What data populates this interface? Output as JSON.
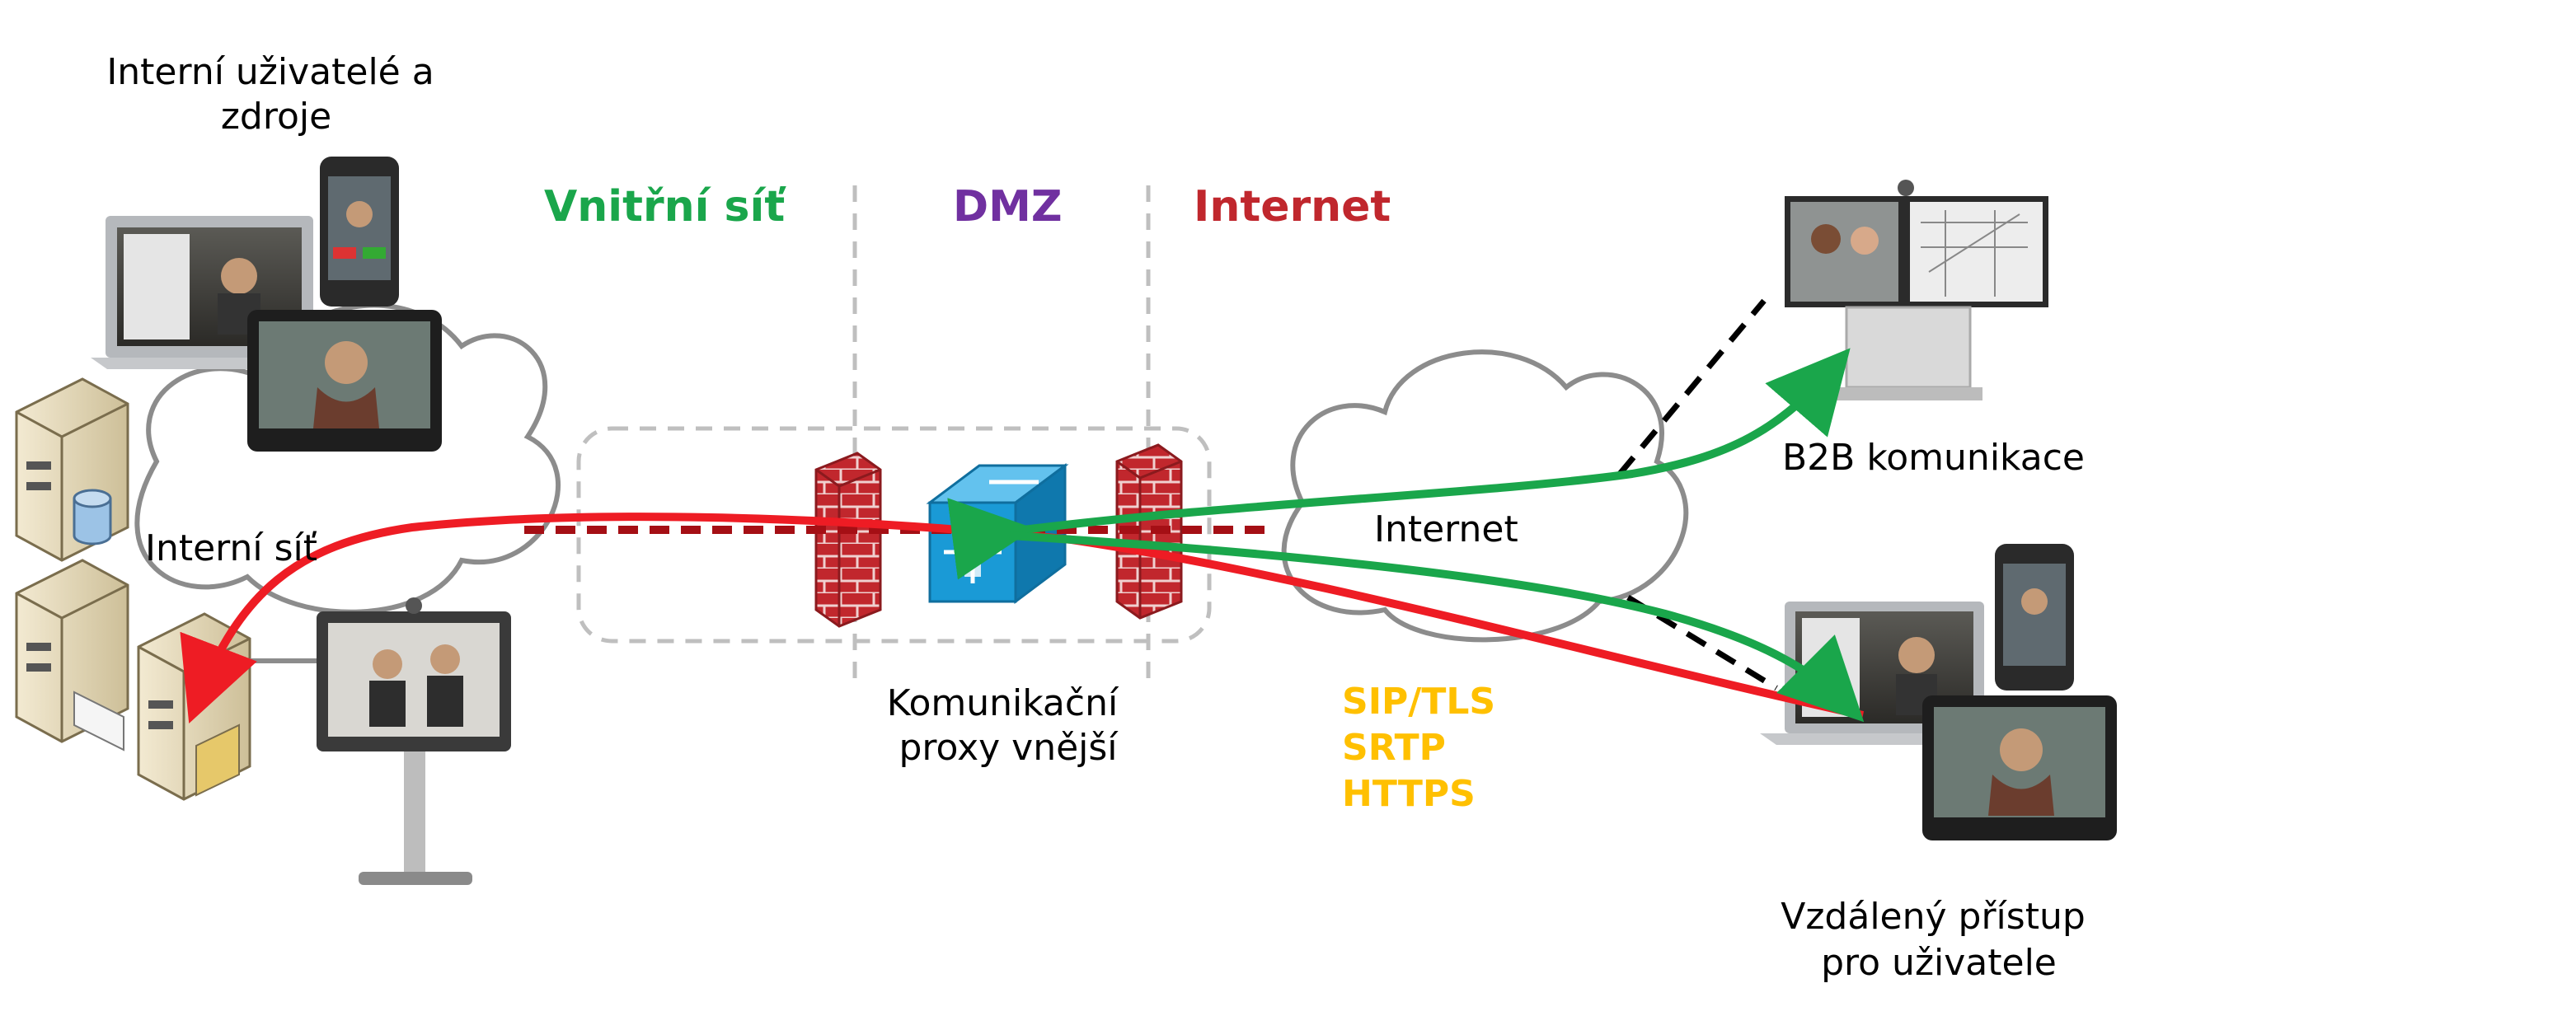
{
  "title_internal_users": [
    "Interní uživatelé a",
    "zdroje"
  ],
  "zones": [
    {
      "label": "Vnitřní síť",
      "color": "#1aa64b"
    },
    {
      "label": "DMZ",
      "color": "#7030a0"
    },
    {
      "label": "Internet",
      "color": "#c0272d"
    }
  ],
  "internal_cloud_label": "Interní síť",
  "internet_cloud_label": "Internet",
  "proxy_label": [
    "Komunikační",
    "proxy vnější"
  ],
  "protocols": {
    "items": [
      "SIP/TLS",
      "SRTP",
      "HTTPS"
    ],
    "color": "#ffc000"
  },
  "b2b_label": "B2B komunikace",
  "remote_label": [
    "Vzdálený přístup",
    "pro uživatele"
  ],
  "colors": {
    "red_flow": "#ee1c24",
    "green_flow": "#1aa64b",
    "dark_red_dash": "#a50f15",
    "firewall": "#c1272d",
    "proxy_cube": "#1a9ad6"
  }
}
